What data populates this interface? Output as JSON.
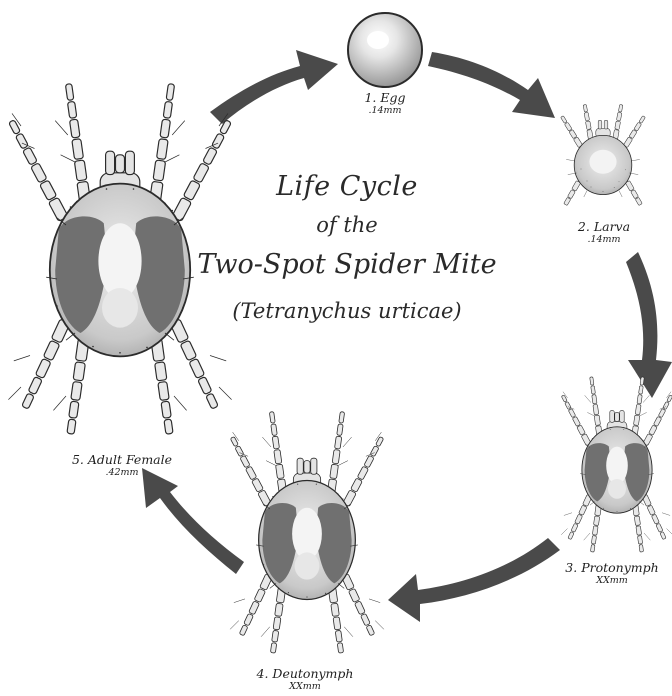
{
  "title": {
    "line1": "Life Cycle",
    "line2": "of the",
    "line3": "Two-Spot Spider Mite",
    "line4": "(Tetranychus urticae)"
  },
  "stages": [
    {
      "name": "1. Egg",
      "size": ".14mm"
    },
    {
      "name": "2. Larva",
      "size": ".14mm"
    },
    {
      "name": "3. Protonymph",
      "size": "XXmm"
    },
    {
      "name": "4. Deutonymph",
      "size": "XXmm"
    },
    {
      "name": "5. Adult Female",
      "size": ".42mm"
    }
  ],
  "colors": {
    "arrow": "#4a4a4a",
    "outline": "#2b2b2b",
    "body_light": "#d9d9d9",
    "body_mid": "#b3b3b3",
    "spot": "#6f6f6f",
    "highlight": "#f2f2f2"
  }
}
